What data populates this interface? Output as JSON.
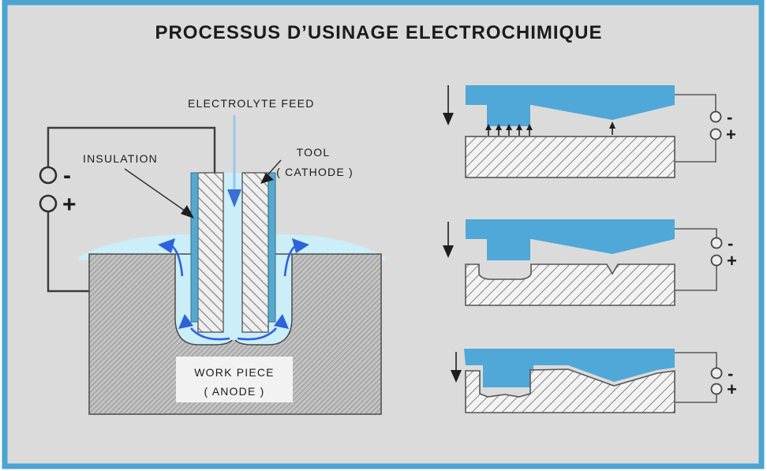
{
  "title": "PROCESSUS D’USINAGE ELECTROCHIMIQUE",
  "main_diagram": {
    "labels": {
      "electrolyte_feed": "ELECTROLYTE FEED",
      "insulation": "INSULATION",
      "tool": "TOOL",
      "tool_sub": "( CATHODE )",
      "workpiece": "WORK PIECE",
      "workpiece_sub": "( ANODE )",
      "negative_terminal": "-",
      "positive_terminal": "+"
    }
  },
  "stages": [
    {
      "negative_terminal": "-",
      "positive_terminal": "+"
    },
    {
      "negative_terminal": "-",
      "positive_terminal": "+"
    },
    {
      "negative_terminal": "-",
      "positive_terminal": "+"
    }
  ],
  "colors": {
    "frame_blue": "#4BA4D2",
    "title_blue": "#46A5D6",
    "panel_gray": "#DBDBDB",
    "tool_blue": "#4FA8D7",
    "insulation_blue": "#57A8CD",
    "electrolyte_blue": "#CBEEF8",
    "flow_arrow_blue": "#2D62D9",
    "feed_line_blue": "#9CC3EE"
  }
}
